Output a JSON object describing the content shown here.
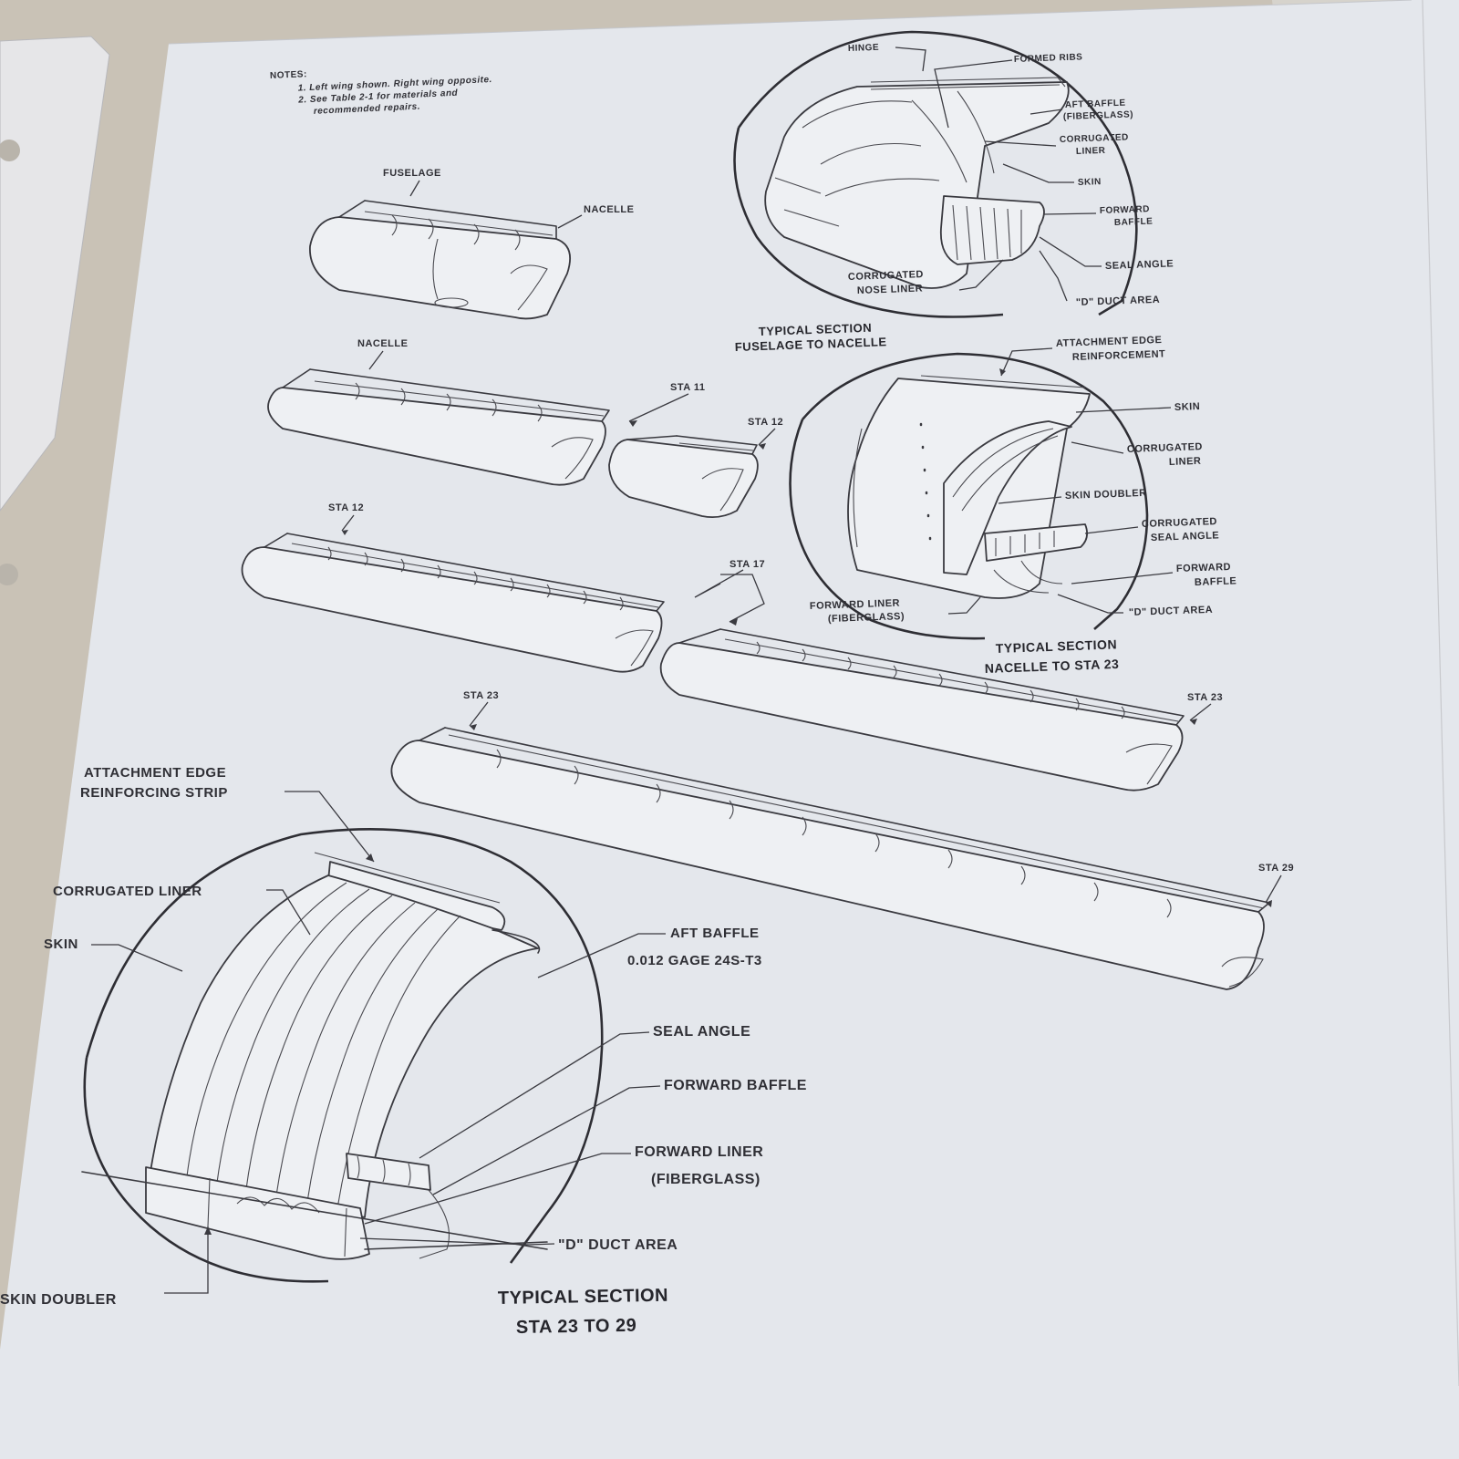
{
  "notes": {
    "heading": "NOTES:",
    "lines": [
      "1.  Left wing shown. Right wing opposite.",
      "2.  See Table 2-1 for materials and",
      "recommended repairs."
    ]
  },
  "segments": {
    "fuselage": "FUSELAGE",
    "nacelle_1": "NACELLE",
    "nacelle_2": "NACELLE",
    "sta_11": "STA 11",
    "sta_12_a": "STA 12",
    "sta_12_b": "STA 12",
    "sta_17": "STA 17",
    "sta_23_a": "STA 23",
    "sta_23_b": "STA 23",
    "sta_29": "STA 29"
  },
  "detail_fuselage_nacelle": {
    "title": [
      "TYPICAL SECTION",
      "FUSELAGE TO NACELLE"
    ],
    "labels": {
      "hinge": "HINGE",
      "formed_ribs": "FORMED RIBS",
      "aft_baffle": [
        "AFT BAFFLE",
        "(FIBERGLASS)"
      ],
      "corrugated_liner": [
        "CORRUGATED",
        "LINER"
      ],
      "skin": "SKIN",
      "forward_baffle": [
        "FORWARD",
        "BAFFLE"
      ],
      "seal_angle": "SEAL ANGLE",
      "corrugated_nose_liner": [
        "CORRUGATED",
        "NOSE LINER"
      ],
      "d_duct_area": "\"D\" DUCT AREA"
    }
  },
  "detail_nacelle_sta23": {
    "title": [
      "TYPICAL SECTION",
      "NACELLE TO STA 23"
    ],
    "labels": {
      "attachment_edge": [
        "ATTACHMENT EDGE",
        "REINFORCEMENT"
      ],
      "skin": "SKIN",
      "corrugated_liner": [
        "CORRUGATED",
        "LINER"
      ],
      "skin_doubler": "SKIN DOUBLER",
      "corrugated_seal_angle": [
        "CORRUGATED",
        "SEAL ANGLE"
      ],
      "forward_baffle": [
        "FORWARD",
        "BAFFLE"
      ],
      "forward_liner": [
        "FORWARD LINER",
        "(FIBERGLASS)"
      ],
      "d_duct_area": "\"D\" DUCT AREA"
    }
  },
  "detail_sta23_29": {
    "title": [
      "TYPICAL SECTION",
      "STA 23 TO 29"
    ],
    "labels": {
      "attachment_edge": [
        "ATTACHMENT EDGE",
        "REINFORCING STRIP"
      ],
      "corrugated_liner": "CORRUGATED LINER",
      "skin": "SKIN",
      "aft_baffle": [
        "AFT BAFFLE",
        "0.012 GAGE 24S-T3"
      ],
      "seal_angle": "SEAL ANGLE",
      "forward_baffle": "FORWARD BAFFLE",
      "forward_liner": [
        "FORWARD LINER",
        "(FIBERGLASS)"
      ],
      "d_duct_area": "\"D\" DUCT AREA",
      "skin_doubler": "SKIN DOUBLER"
    }
  },
  "colors": {
    "paper": "#e4e7ec",
    "ink": "#2f2f35",
    "background": "#c9c2b6"
  }
}
